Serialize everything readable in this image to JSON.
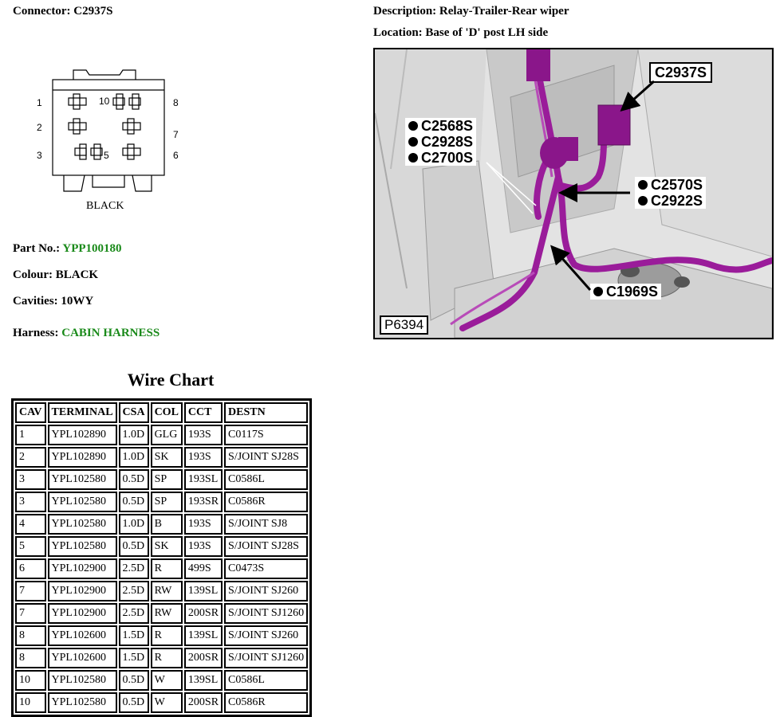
{
  "header": {
    "connector_label": "Connector:",
    "connector_value": "C2937S",
    "description_label": "Description:",
    "description_value": "Relay-Trailer-Rear wiper",
    "location_label": "Location:",
    "location_value": "Base of 'D' post LH side"
  },
  "connector": {
    "pins": [
      "1",
      "2",
      "3",
      "10",
      "5",
      "8",
      "7",
      "6"
    ],
    "colour_caption": "BLACK"
  },
  "details": {
    "part_label": "Part No.:",
    "part_value": "YPP100180",
    "colour_label": "Colour:",
    "colour_value": "BLACK",
    "cavities_label": "Cavities:",
    "cavities_value": "10WY",
    "harness_label": "Harness:",
    "harness_value": "CABIN HARNESS"
  },
  "colors": {
    "link_green": "#1a8a1a",
    "harness_purple": "#9a1c9a"
  },
  "wire_chart": {
    "title": "Wire Chart",
    "columns": [
      "CAV",
      "TERMINAL",
      "CSA",
      "COL",
      "CCT",
      "DESTN"
    ],
    "rows": [
      [
        "1",
        "YPL102890",
        "1.0D",
        "GLG",
        "193S",
        "C0117S"
      ],
      [
        "2",
        "YPL102890",
        "1.0D",
        "SK",
        "193S",
        "S/JOINT SJ28S"
      ],
      [
        "3",
        "YPL102580",
        "0.5D",
        "SP",
        "193SL",
        "C0586L"
      ],
      [
        "3",
        "YPL102580",
        "0.5D",
        "SP",
        "193SR",
        "C0586R"
      ],
      [
        "4",
        "YPL102580",
        "1.0D",
        "B",
        "193S",
        "S/JOINT SJ8"
      ],
      [
        "5",
        "YPL102580",
        "0.5D",
        "SK",
        "193S",
        "S/JOINT SJ28S"
      ],
      [
        "6",
        "YPL102900",
        "2.5D",
        "R",
        "499S",
        "C0473S"
      ],
      [
        "7",
        "YPL102900",
        "2.5D",
        "RW",
        "139SL",
        "S/JOINT SJ260"
      ],
      [
        "7",
        "YPL102900",
        "2.5D",
        "RW",
        "200SR",
        "S/JOINT SJ1260"
      ],
      [
        "8",
        "YPL102600",
        "1.5D",
        "R",
        "139SL",
        "S/JOINT SJ260"
      ],
      [
        "8",
        "YPL102600",
        "1.5D",
        "R",
        "200SR",
        "S/JOINT SJ1260"
      ],
      [
        "10",
        "YPL102580",
        "0.5D",
        "W",
        "139SL",
        "C0586L"
      ],
      [
        "10",
        "YPL102580",
        "0.5D",
        "W",
        "200SR",
        "C0586R"
      ]
    ]
  },
  "location_image": {
    "callouts": {
      "main": "C2937S",
      "group_left": [
        "C2568S",
        "C2928S",
        "C2700S"
      ],
      "group_right": [
        "C2570S",
        "C2922S"
      ],
      "bottom": "C1969S"
    },
    "image_id": "P6394"
  }
}
